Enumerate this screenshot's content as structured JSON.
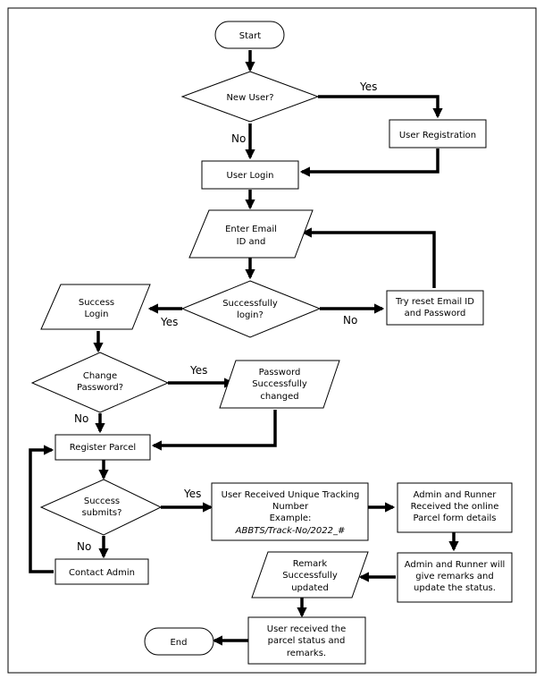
{
  "nodes": {
    "start": "Start",
    "new_user": "New User?",
    "user_registration": "User Registration",
    "user_login": "User Login",
    "enter_email": [
      "Enter Email",
      "ID and"
    ],
    "successfully_login": [
      "Successfully",
      "login?"
    ],
    "try_reset": [
      "Try reset Email ID",
      "and Password"
    ],
    "success_login": [
      "Success",
      "Login"
    ],
    "change_password": [
      "Change",
      "Password?"
    ],
    "password_changed": [
      "Password",
      "Successfully",
      "changed"
    ],
    "register_parcel": "Register Parcel",
    "success_submits": [
      "Success",
      "submits?"
    ],
    "contact_admin": "Contact Admin",
    "unique_tracking": [
      "User Received Unique Tracking",
      "Number",
      "Example:",
      "ABBTS/Track-No/2022_#"
    ],
    "admin_received": [
      "Admin and Runner",
      "Received the online",
      "Parcel form details"
    ],
    "admin_remarks": [
      "Admin and Runner will",
      "give remarks and",
      "update the status."
    ],
    "remark_updated": [
      "Remark",
      "Successfully",
      "updated"
    ],
    "user_received_status": [
      "User received the",
      "parcel status and",
      "remarks."
    ],
    "end": "End"
  },
  "edge_labels": {
    "new_user_yes": "Yes",
    "new_user_no": "No",
    "login_yes": "Yes",
    "login_no": "No",
    "change_yes": "Yes",
    "change_no": "No",
    "submit_yes": "Yes",
    "submit_no": "No"
  }
}
